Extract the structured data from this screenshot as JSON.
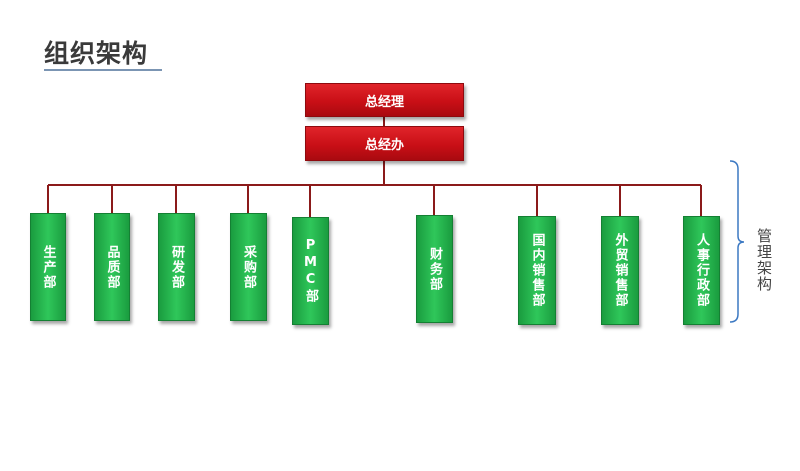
{
  "title": "组织架构",
  "top": {
    "gm": "总经理",
    "office": "总经办"
  },
  "departments": [
    {
      "label": "生产部"
    },
    {
      "label": "品质部"
    },
    {
      "label": "研发部"
    },
    {
      "label": "采购部"
    },
    {
      "label": "PMC部"
    },
    {
      "label": "财务部"
    },
    {
      "label": "国内销售部"
    },
    {
      "label": "外贸销售部"
    },
    {
      "label": "人事行政部"
    }
  ],
  "side_label": "管理架构",
  "colors": {
    "red_box": "#c90f16",
    "green_box": "#2fc75a",
    "connector": "#8b1a1a",
    "bracket": "#3b78c2"
  }
}
